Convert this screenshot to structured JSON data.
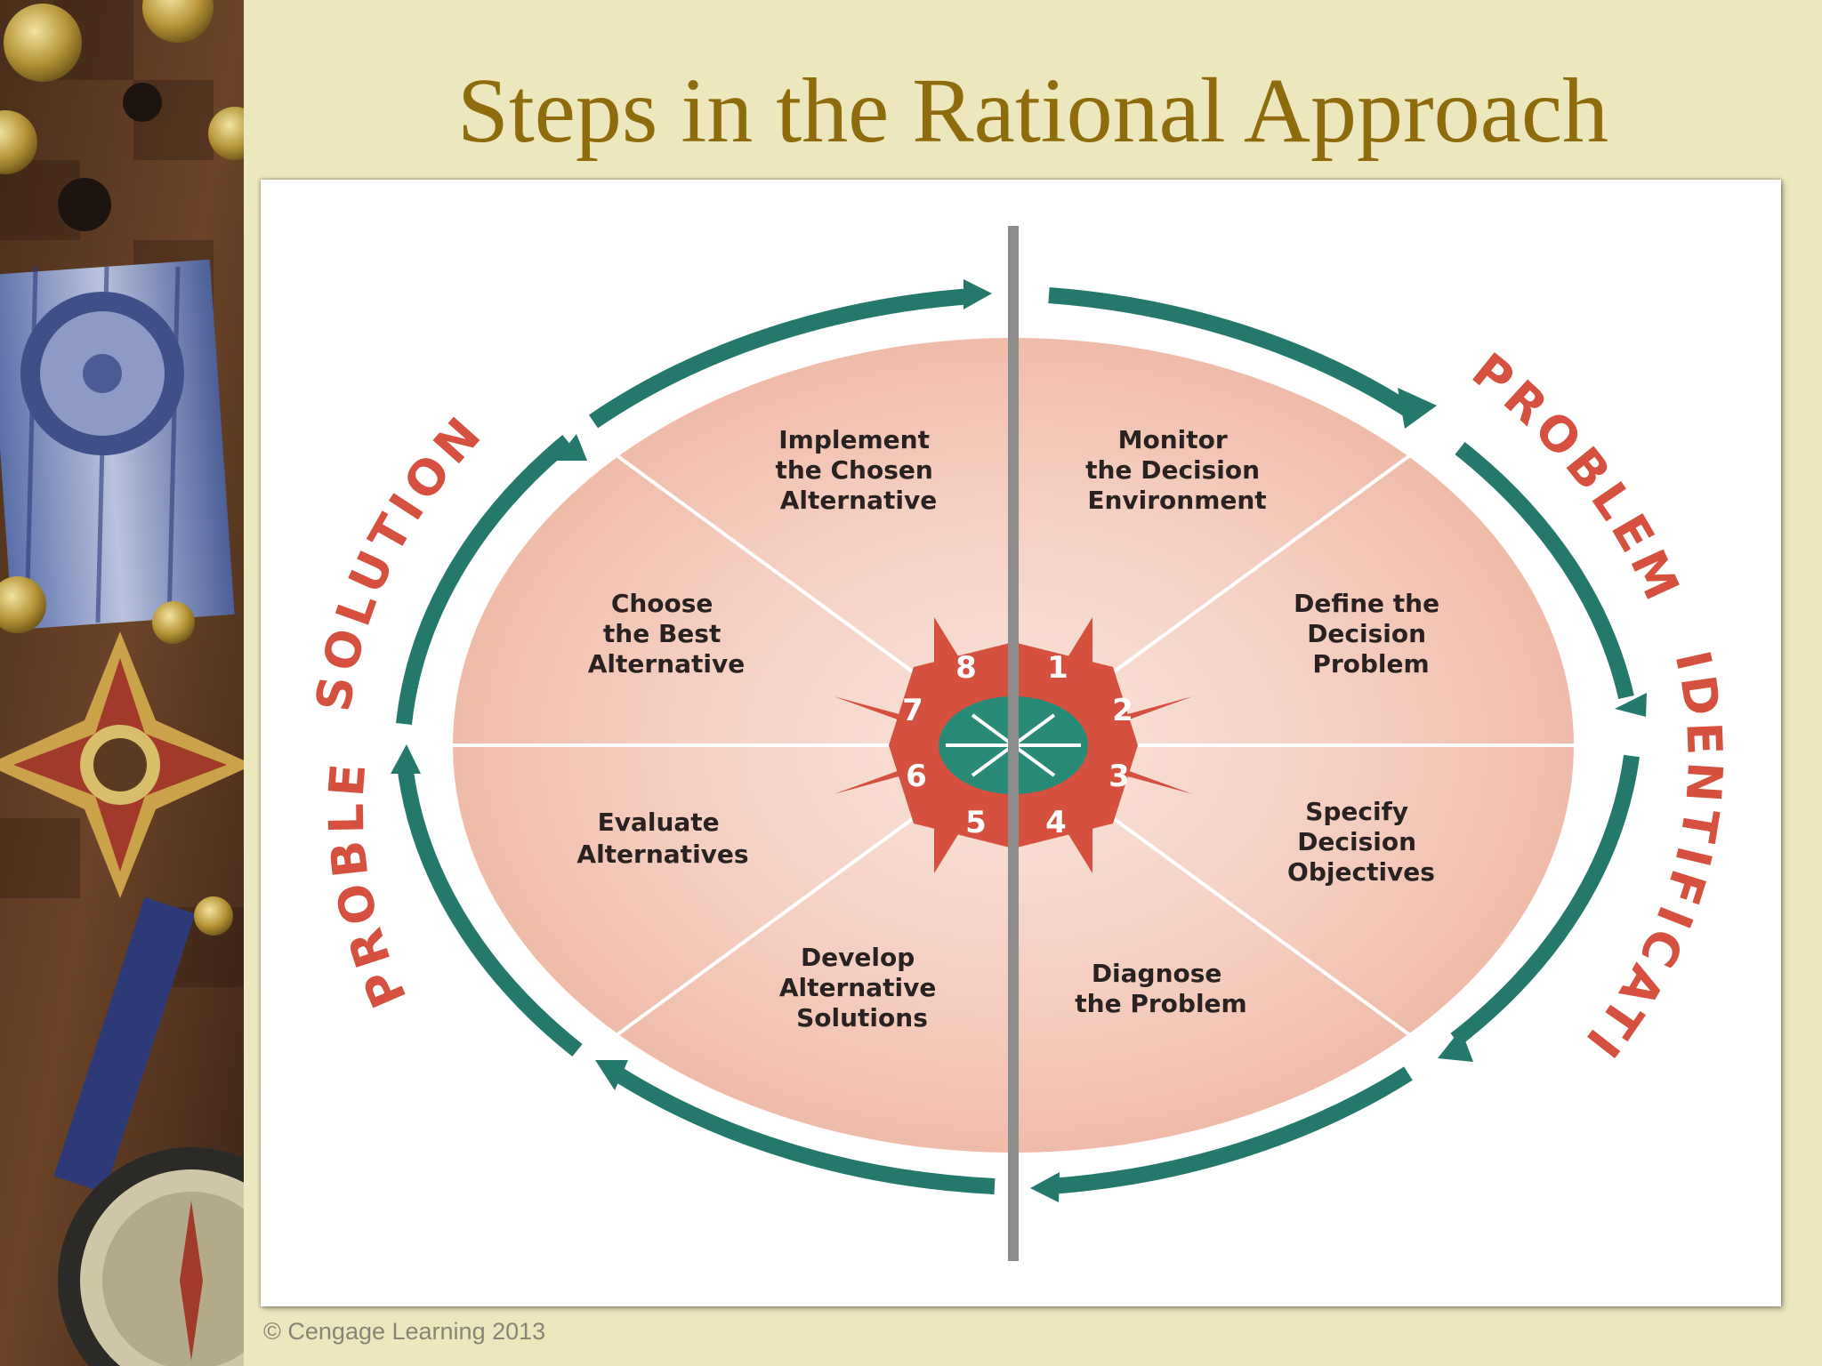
{
  "title": "Steps in the Rational Approach",
  "credit": "© Cengage Learning 2013",
  "colors": {
    "background": "#ede7bd",
    "title": "#8e6b0c",
    "wedge": "#f0bba8",
    "wedge_center": "#f7d9cd",
    "arrow": "#24796c",
    "star": "#d5503e",
    "hub": "#2a8a78",
    "axis": "#8c8c8c",
    "arc_label": "#d5503e"
  },
  "diagram": {
    "arc_labels": {
      "problem_identification_1": "PROBLEM",
      "problem_identification_2": "IDENTIFICATION",
      "problem_solution_1": "PROBLEM",
      "problem_solution_2": "SOLUTION"
    },
    "steps": [
      {
        "number": "1",
        "lines": [
          "Monitor",
          "the Decision",
          "Environment"
        ]
      },
      {
        "number": "2",
        "lines": [
          "Define the",
          "Decision",
          "Problem"
        ]
      },
      {
        "number": "3",
        "lines": [
          "Specify",
          "Decision",
          "Objectives"
        ]
      },
      {
        "number": "4",
        "lines": [
          "Diagnose",
          "the Problem"
        ]
      },
      {
        "number": "5",
        "lines": [
          "Develop",
          "Alternative",
          "Solutions"
        ]
      },
      {
        "number": "6",
        "lines": [
          "Evaluate",
          "Alternatives"
        ]
      },
      {
        "number": "7",
        "lines": [
          "Choose",
          "the Best",
          "Alternative"
        ]
      },
      {
        "number": "8",
        "lines": [
          "Implement",
          "the Chosen",
          "Alternative"
        ]
      }
    ]
  }
}
